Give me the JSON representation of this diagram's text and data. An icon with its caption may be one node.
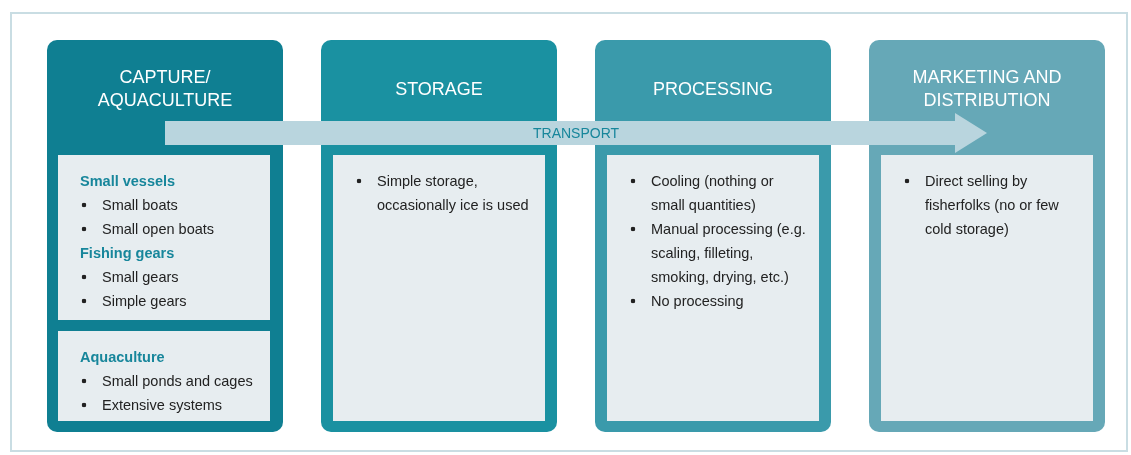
{
  "diagram": {
    "nodes": [
      {
        "text": [
          "CAPTURE/ AQUACULTURE"
        ]
      },
      {
        "text": [
          "Small vessels",
          "Small boats",
          "Small open boats",
          "Fishing gears",
          "Small gears",
          "Simple gears"
        ],
        "in": 0
      },
      {
        "text": [
          "Aquaculture",
          "Small ponds and cages",
          "Extensive systems"
        ],
        "in": 0
      },
      {
        "text": [
          "STORAGE"
        ]
      },
      {
        "text": [
          "Simple storage, occasionally ice is used"
        ],
        "in": 3
      },
      {
        "text": [
          "PROCESSING"
        ]
      },
      {
        "text": [
          "Cooling (nothing or small quantities)",
          "Manual processing (e.g. scaling, filleting, smoking, drying, etc.)",
          "No processing"
        ],
        "in": 5
      },
      {
        "text": [
          "MARKETING AND DISTRIBUTION"
        ]
      },
      {
        "text": [
          "Direct selling by fisherfolks (no or few cold storage)"
        ],
        "in": 7
      }
    ],
    "edges": [
      {
        "from": 0,
        "to": 7,
        "arrow": "to",
        "label": "TRANSPORT"
      }
    ]
  }
}
